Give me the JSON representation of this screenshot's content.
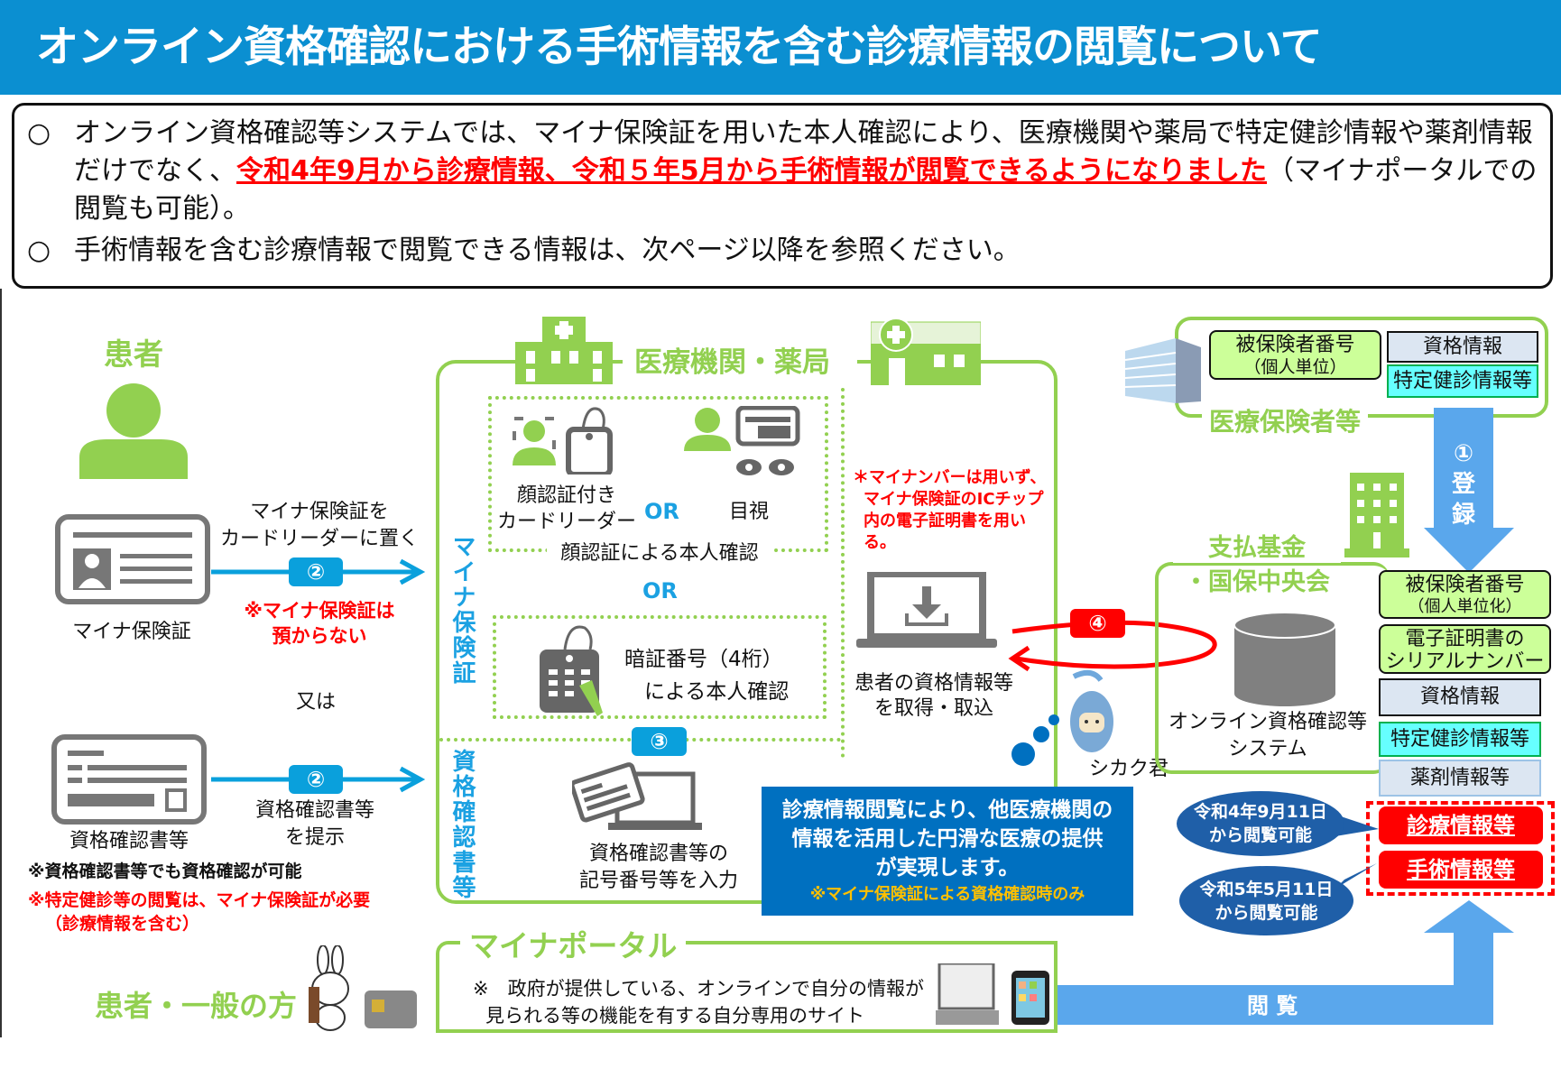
{
  "title": "オンライン資格確認における手術情報を含む診療情報の閲覧について",
  "intro": {
    "bullet": "○",
    "p1_pre": "オンライン資格確認等システムでは、マイナ保険証を用いた本人確認により、医療機関や薬局で特定健診情報や薬剤情報だけでなく、",
    "p1_highlight": "令和4年9月から診療情報、令和５年5月から手術情報が閲覧できるようになりました",
    "p1_post": "（マイナポータルでの閲覧も可能）。",
    "p2": "手術情報を含む診療情報で閲覧できる情報は、次ページ以降を参照ください。"
  },
  "patient": {
    "label": "患者",
    "card_label": "マイナ保険証",
    "arrow1_line1": "マイナ保険証を",
    "arrow1_line2": "カードリーダーに置く",
    "badge2": "②",
    "note_red1": "※マイナ保険証は",
    "note_red2": "預からない",
    "or_text": "又は",
    "cert_label": "資格確認書等",
    "arrow2_line1": "資格確認書等",
    "arrow2_line2": "を提示",
    "note_black": "※資格確認書等でも資格確認が可能",
    "note_red3": "※特定健診等の閲覧は、マイナ保険証が必要",
    "note_red4": "（診療情報を含む）"
  },
  "clinic": {
    "title": "医療機関・薬局",
    "vert_myna": "マイナ保険証",
    "vert_cert": "資格確認書等",
    "face_line1": "顔認証付き",
    "face_line2": "カードリーダー",
    "or": "OR",
    "visual": "目視",
    "face_caption": "顔認証による本人確認",
    "pin_line1": "暗証番号（4桁）",
    "pin_line2": "による本人確認",
    "badge3": "③",
    "input_line1": "資格確認書等の",
    "input_line2": "記号番号等を入力",
    "red_note": [
      "＊マイナンバーは用いず、",
      "マイナ保険証のICチップ",
      "内の電子証明書を用い",
      "る。"
    ],
    "fetch_line1": "患者の資格情報等",
    "fetch_line2": "を取得・取込",
    "badge4": "④"
  },
  "bluebox": {
    "line1": "診療情報閲覧により、他医療機関の",
    "line2": "情報を活用した円滑な医療の提供",
    "line3": "が実現します。",
    "note": "※マイナ保険証による資格確認時のみ"
  },
  "mascot": "シカク君",
  "insurer": {
    "id_line1": "被保険者番号",
    "id_line2": "（個人単位）",
    "qual": "資格情報",
    "checkup": "特定健診情報等",
    "label": "医療保険者等",
    "register": [
      "①",
      "登",
      "録"
    ]
  },
  "fund": {
    "label1": "支払基金",
    "label2": "・国保中央会",
    "system1": "オンライン資格確認等",
    "system2": "システム",
    "items": [
      {
        "l1": "被保険者番号",
        "l2": "（個人単位化）"
      },
      {
        "l1": "電子証明書の",
        "l2": "シリアルナンバー"
      }
    ],
    "qual": "資格情報",
    "checkup": "特定健診情報等",
    "drug": "薬剤情報等",
    "medical": "診療情報等",
    "surgery": "手術情報等",
    "bubble1_l1": "令和4年9月11日",
    "bubble1_l2": "から閲覧可能",
    "bubble2_l1": "令和5年5月11日",
    "bubble2_l2": "から閲覧可能",
    "view": "閲 覧"
  },
  "portal": {
    "title": "マイナポータル",
    "line1": "※　政府が提供している、オンラインで自分の情報が",
    "line2": "見られる等の機能を有する自分専用のサイト",
    "user": "患者・一般の方"
  }
}
